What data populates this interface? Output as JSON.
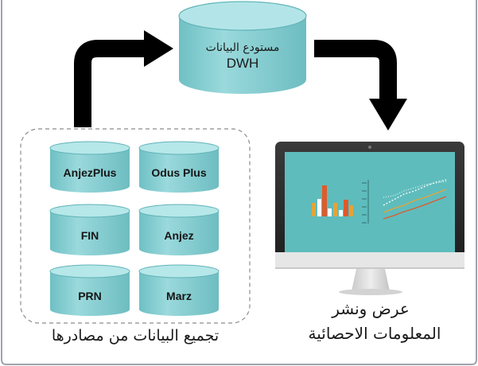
{
  "warehouse": {
    "title_ar": "مستودع البيانات",
    "title_en": "DWH"
  },
  "sources": {
    "caption": "تجميع البيانات من مصادرها",
    "items": [
      "AnjezPlus",
      "Odus Plus",
      "FIN",
      "Anjez",
      "PRN",
      "Marz"
    ]
  },
  "publish": {
    "line1": "عرض ونشر",
    "line2": "المعلومات الاحصائية"
  },
  "colors": {
    "cylinder_body": "#86d0d3",
    "cylinder_top": "#b6e7e9",
    "cylinder_rim": "#5fb3b7",
    "screen": "#5fbcbc",
    "frame_border": "#9ea3ad",
    "arrow": "#000000"
  }
}
